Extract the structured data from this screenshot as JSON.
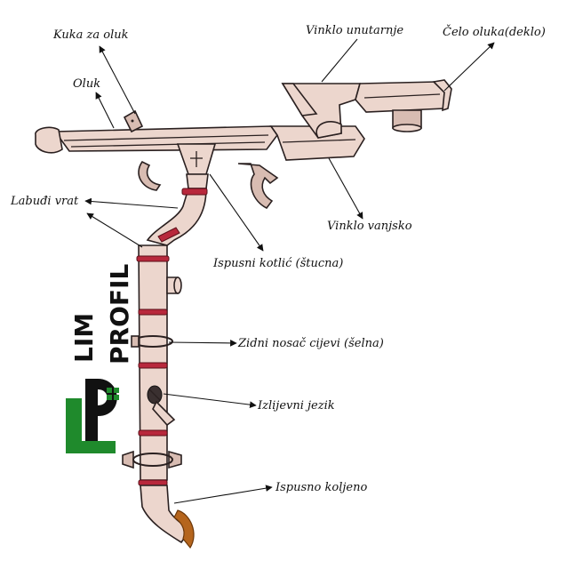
{
  "labels": {
    "kuka": "Kuka za oluk",
    "oluk": "Oluk",
    "vinklo_unutarnje": "Vinklo unutarnje",
    "celo_oluka": "Čelo oluka(deklo)",
    "labudi_vrat": "Labuđi vrat",
    "vinklo_vanjsko": "Vinklo vanjsko",
    "ispusni_kotlic": "Ispusni kotlić (štucna)",
    "zidni_nosac": "Zidni nosač cijevi (šelna)",
    "izlijevni_jezik": "Izlijevni jezik",
    "ispusno_koljeno": "Ispusno koljeno"
  },
  "logo": {
    "line1": "LIM",
    "line2": "PROFIL",
    "mark": "LP",
    "colors": {
      "green": "#1f8a2c",
      "dark": "#111111"
    }
  },
  "colors": {
    "pipe": "#ecd6cd",
    "ring": "#b8283c",
    "outlet": "#b5651d"
  }
}
